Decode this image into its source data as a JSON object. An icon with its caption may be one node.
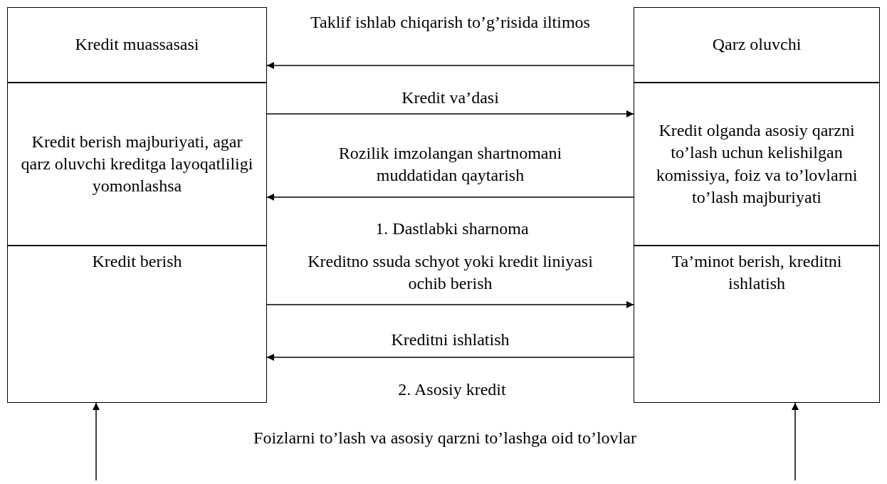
{
  "diagram": {
    "nodes": [
      {
        "text": [
          "Kredit muassasasi"
        ]
      },
      {
        "text": [
          "Kredit berish majburiyati, agar qarz oluvchi kreditga layoqatliligi yomonlashsa"
        ]
      },
      {
        "text": [
          "Kredit berish"
        ]
      },
      {
        "text": [
          "Qarz oluvchi"
        ]
      },
      {
        "text": [
          "Kredit olganda asosiy qarzni to’lash uchun kelishilgan komissiya, foiz va to’lovlarni to’lash majburiyati"
        ]
      },
      {
        "text": [
          "Ta’minot berish, kreditni ishlatish"
        ]
      }
    ],
    "edges": [
      {
        "from": 3,
        "to": 0,
        "arrow": "to",
        "label": "Taklif ishlab chiqarish to’g’risida iltimos"
      },
      {
        "from": 1,
        "to": 4,
        "arrow": "to",
        "label": "Kredit va’dasi"
      },
      {
        "from": 4,
        "to": 1,
        "arrow": "to",
        "label": "Rozilik imzolangan shartnomani muddatidan qaytarish"
      },
      {
        "from": 2,
        "to": 5,
        "arrow": "to",
        "label": "Kreditno ssuda schyot yoki kredit liniyasi ochib berish"
      },
      {
        "from": 5,
        "to": 2,
        "arrow": "to",
        "label": "Kreditni ishlatish"
      },
      {
        "from": null,
        "to": 2,
        "arrow": "to"
      },
      {
        "from": null,
        "to": 5,
        "arrow": "to"
      }
    ],
    "labels": [
      "1. Dastlabki sharnoma",
      "2. Asosiy kredit",
      "Foizlarni to’lash va asosiy qarzni to’lashga oid to’lovlar"
    ]
  }
}
